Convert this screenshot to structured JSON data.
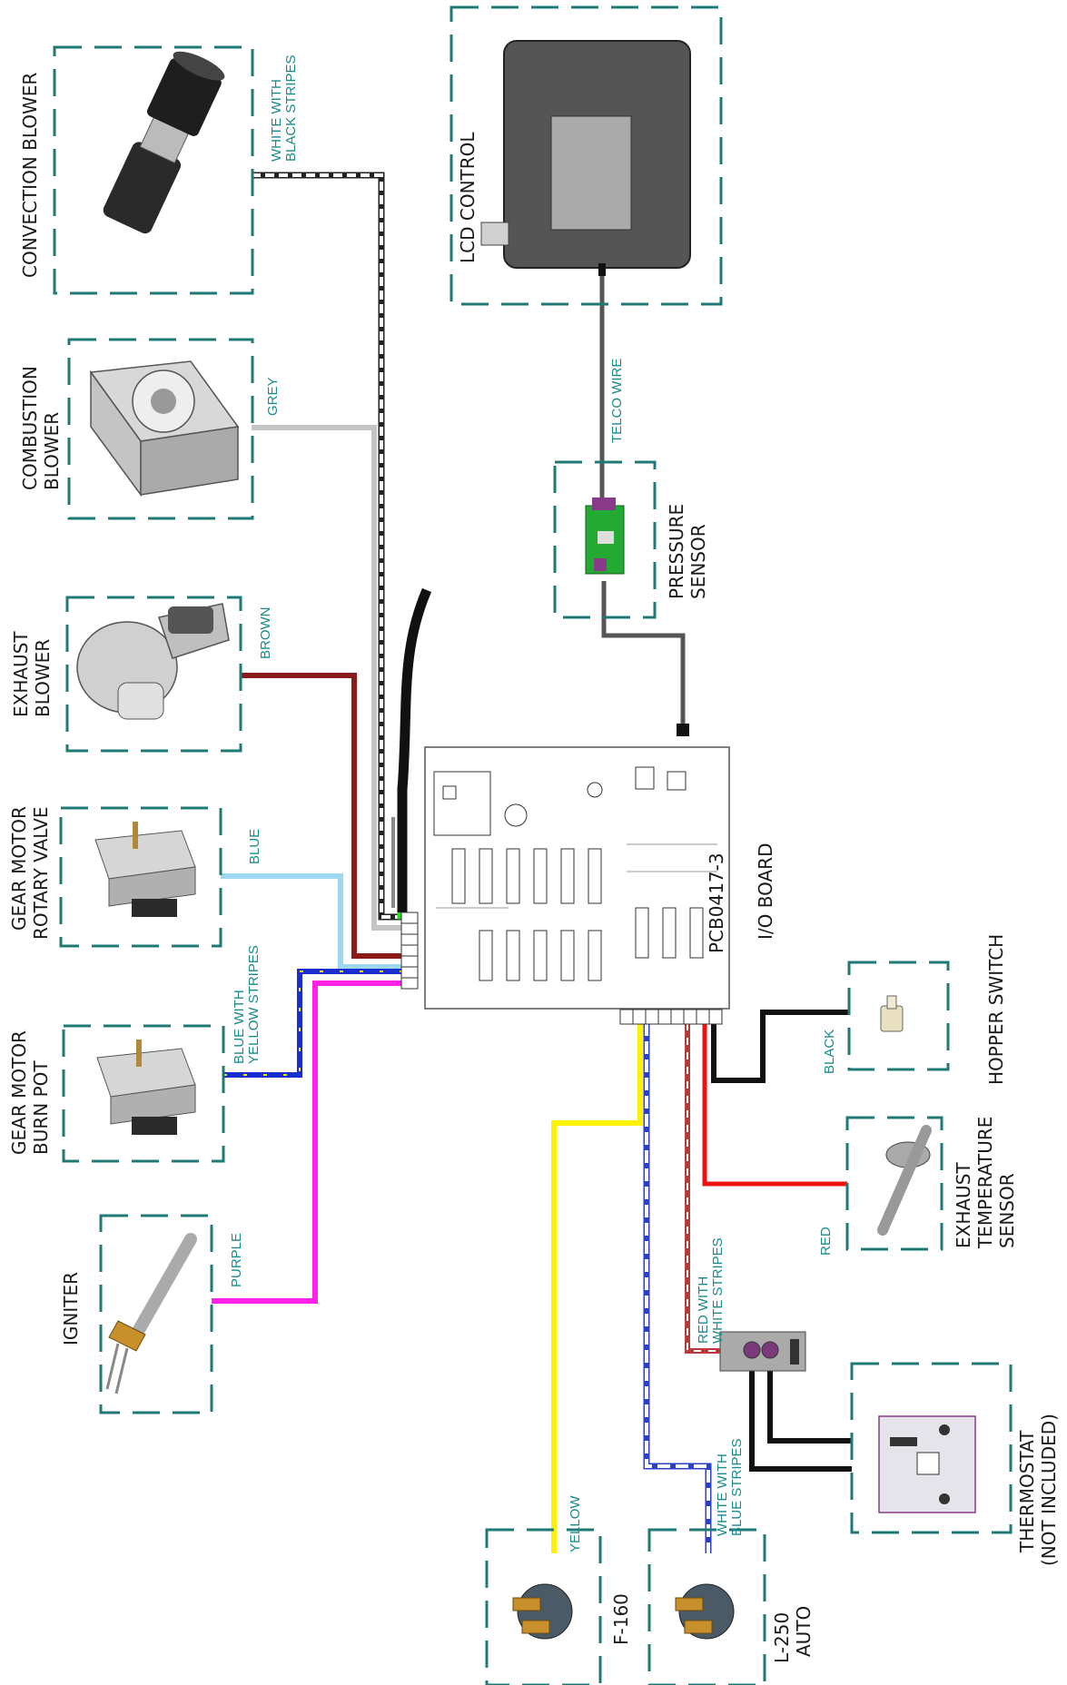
{
  "colors": {
    "frame": "#1f7a75",
    "wire_label": "#1a8a8a",
    "white_black": "#222222",
    "grey": "#c4c4c4",
    "brown": "#8b1a1a",
    "blue": "#9fd6f0",
    "blue_yellow": "#1a2ecf",
    "purple": "#ff22e6",
    "yellow": "#fff200",
    "white_blue": "#2a40c8",
    "red_white": "#b83a3a",
    "red": "#ee1111",
    "black": "#111111",
    "green": "#22dd22",
    "telco": "#555555"
  },
  "components": {
    "convection_blower": "CONVECTION BLOWER",
    "combustion_blower_line1": "COMBUSTION",
    "combustion_blower_line2": "BLOWER",
    "exhaust_blower_line1": "EXHAUST",
    "exhaust_blower_line2": "BLOWER",
    "gear_rotary_line1": "GEAR MOTOR",
    "gear_rotary_line2": "ROTARY VALVE",
    "gear_burn_line1": "GEAR MOTOR",
    "gear_burn_line2": "BURN POT",
    "igniter": "IGNITER",
    "lcd_control": "LCD CONTROL",
    "pressure_sensor_line1": "PRESSURE",
    "pressure_sensor_line2": "SENSOR",
    "io_board": "I/O BOARD",
    "board_part": "PCB0417-3",
    "hopper_switch": "HOPPER SWITCH",
    "exhaust_temp_line1": "EXHAUST",
    "exhaust_temp_line2": "TEMPERATURE",
    "exhaust_temp_line3": "SENSOR",
    "thermostat_line1": "THERMOSTAT",
    "thermostat_line2": "(NOT INCLUDED)",
    "f160": "F-160",
    "l250_line1": "L-250",
    "l250_line2": "AUTO"
  },
  "wires": {
    "white_black_line1": "WHITE WITH",
    "white_black_line2": "BLACK STRIPES",
    "grey": "GREY",
    "brown": "BROWN",
    "blue": "BLUE",
    "blue_yellow_line1": "BLUE WITH",
    "blue_yellow_line2": "YELLOW STRIPES",
    "purple": "PURPLE",
    "telco": "TELCO WIRE",
    "black": "BLACK",
    "red": "RED",
    "red_white_line1": "RED WITH",
    "red_white_line2": "WHITE STRIPES",
    "yellow": "YELLOW",
    "white_blue_line1": "WHITE WITH",
    "white_blue_line2": "BLUE STRIPES"
  }
}
